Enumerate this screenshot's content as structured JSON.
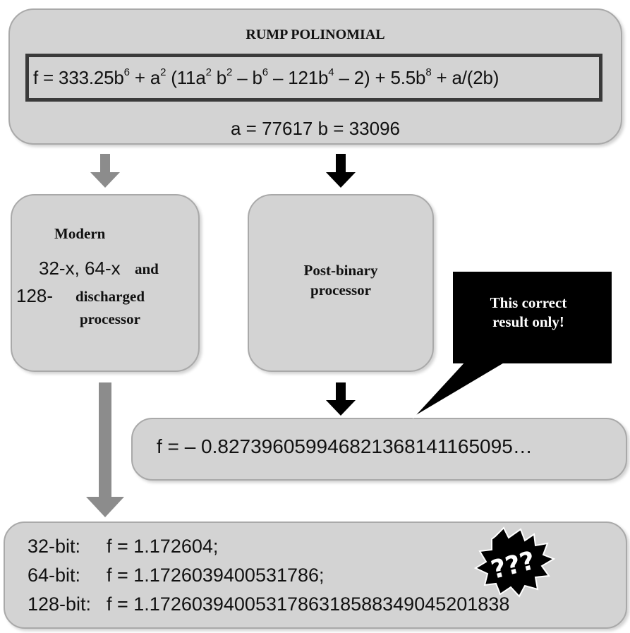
{
  "title": "RUMP POLINOMIAL",
  "formula": {
    "p1": "f = 333.25b",
    "e1": "6",
    "p2": " + a",
    "e2": "2",
    "p3": " (11a",
    "e3": "2",
    "p4": " b",
    "e4": "2",
    "p5": " – b",
    "e5": "6",
    "p6": " –  121b",
    "e6": "4",
    "p7": " – 2) + 5.5b",
    "e7": "8",
    "p8": " + a/(2b)"
  },
  "ab_values": "a = 77617  b = 33096",
  "modern": {
    "title": "Modern",
    "line2_a": "32-x, 64-x",
    "line2_b": "and",
    "line3_a": "128-",
    "line3_b": "discharged",
    "line4": "processor"
  },
  "post_binary": {
    "line1": "Post-binary",
    "line2": "processor"
  },
  "callout": {
    "line1": "This correct",
    "line2": "result only!"
  },
  "result": "f = – 0.827396059946821368141165095…",
  "bits": [
    {
      "label": "32-bit:",
      "value": "f = 1.172604;"
    },
    {
      "label": "64-bit:",
      "value": "f = 1.1726039400531786;"
    },
    {
      "label": "128-bit:",
      "value": "f = 1.1726039400531786318588349045201838"
    }
  ],
  "starburst_text": "???",
  "colors": {
    "box_fill": "#d3d3d3",
    "box_border": "#a9a9a9",
    "gray_arrow": "#8c8c8c",
    "black_arrow": "#000000",
    "callout_fill": "#000000"
  }
}
